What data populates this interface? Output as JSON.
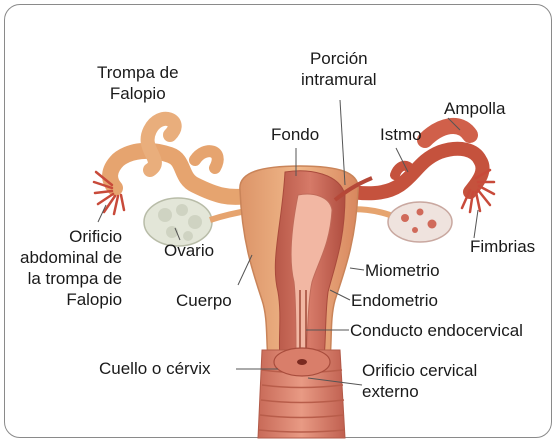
{
  "labels": {
    "trompa": [
      "Trompa de",
      "Falopio"
    ],
    "porcion": [
      "Porción",
      "intramural"
    ],
    "fondo": "Fondo",
    "istmo": "Istmo",
    "ampolla": "Ampolla",
    "orificio_abdominal": [
      "Orificio",
      "abdominal de",
      "la trompa de",
      "Falopio"
    ],
    "ovario": "Ovario",
    "cuerpo": "Cuerpo",
    "fimbrias": "Fimbrias",
    "miometrio": "Miometrio",
    "endometrio": "Endometrio",
    "conducto": "Conducto endocervical",
    "cuello": "Cuello o cérvix",
    "orificio_cervical": [
      "Orificio cervical",
      "externo"
    ]
  },
  "colors": {
    "uterus_outer": "#e9a878",
    "uterus_inner": "#c96a5a",
    "cavity": "#f2b7a3",
    "tube": "#e6a46f",
    "tube_right": "#c5523d",
    "ovary": "#e5e8dc",
    "vagina": "#d87a66"
  }
}
